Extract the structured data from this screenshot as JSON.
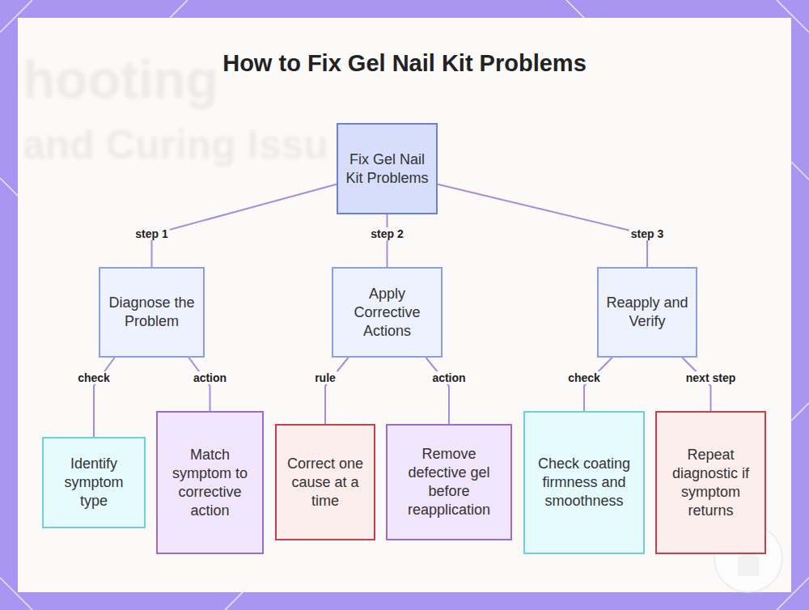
{
  "diagram": {
    "title": "How to Fix Gel Nail Kit Problems",
    "nodes": [
      {
        "text": [
          "Fix Gel Nail Kit Problems"
        ]
      },
      {
        "text": [
          "Diagnose the Problem"
        ]
      },
      {
        "text": [
          "Apply Corrective Actions"
        ]
      },
      {
        "text": [
          "Reapply and Verify"
        ]
      },
      {
        "text": [
          "Identify symptom type"
        ]
      },
      {
        "text": [
          "Match symptom to corrective action"
        ]
      },
      {
        "text": [
          "Correct one cause at a time"
        ]
      },
      {
        "text": [
          "Remove defective gel before reapplication"
        ]
      },
      {
        "text": [
          "Check coating firmness and smoothness"
        ]
      },
      {
        "text": [
          "Repeat diagnostic if symptom returns"
        ]
      }
    ],
    "edges": [
      {
        "from": 0,
        "to": 1,
        "label": "step 1",
        "arrow": "none"
      },
      {
        "from": 0,
        "to": 2,
        "label": "step 2",
        "arrow": "none"
      },
      {
        "from": 0,
        "to": 3,
        "label": "step 3",
        "arrow": "none"
      },
      {
        "from": 1,
        "to": 4,
        "label": "check",
        "arrow": "none"
      },
      {
        "from": 1,
        "to": 5,
        "label": "action",
        "arrow": "none"
      },
      {
        "from": 2,
        "to": 6,
        "label": "rule",
        "arrow": "none"
      },
      {
        "from": 2,
        "to": 7,
        "label": "action",
        "arrow": "none"
      },
      {
        "from": 3,
        "to": 8,
        "label": "check",
        "arrow": "none"
      },
      {
        "from": 3,
        "to": 9,
        "label": "next step",
        "arrow": "none"
      }
    ],
    "labels": [
      "hooting",
      "and Curing Issu"
    ]
  }
}
